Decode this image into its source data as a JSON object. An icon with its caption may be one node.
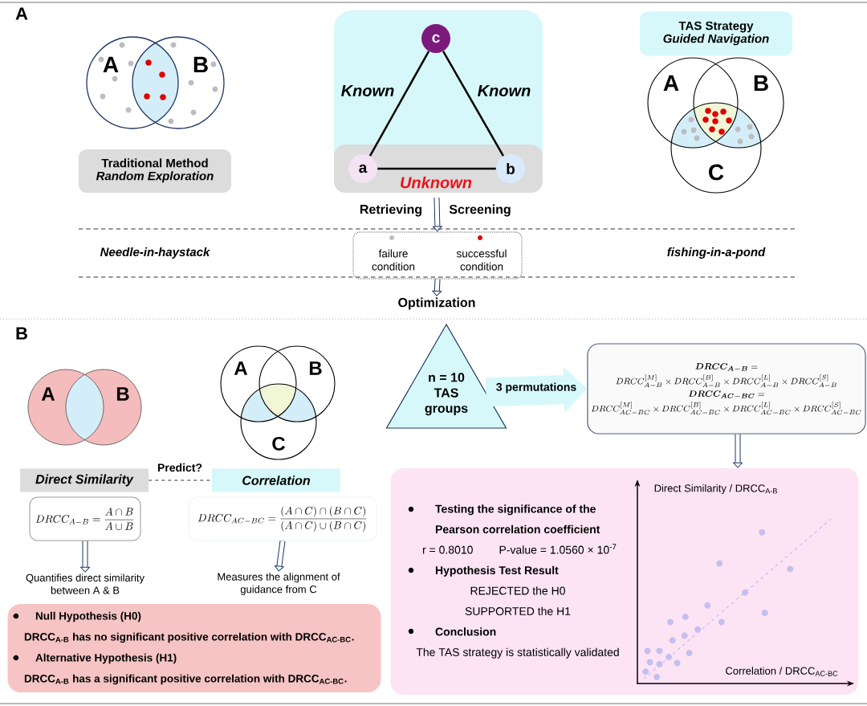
{
  "diagram": {
    "nodes": [
      {
        "text": [
          "A"
        ]
      },
      {
        "text": [
          "B"
        ]
      },
      {
        "text": [
          "c"
        ]
      },
      {
        "text": [
          "a"
        ]
      },
      {
        "text": [
          "b"
        ]
      },
      {
        "text": [
          "TAS Strategy",
          "Guided Navigation"
        ]
      },
      {
        "text": [
          "A"
        ]
      },
      {
        "text": [
          "B"
        ]
      },
      {
        "text": [
          "C"
        ]
      },
      {
        "text": [
          "Traditional Method",
          "Random Exploration"
        ]
      },
      {
        "text": [
          "failure condition",
          "successful condition"
        ]
      },
      {
        "text": [
          "Optimization"
        ]
      },
      {
        "text": [
          "A"
        ]
      },
      {
        "text": [
          "B"
        ]
      },
      {
        "text": [
          "A"
        ]
      },
      {
        "text": [
          "B"
        ]
      },
      {
        "text": [
          "C"
        ]
      },
      {
        "text": [
          "n = 10 TAS groups"
        ]
      },
      {
        "text": [
          "\\boldsymbol{DRCC_{A-B}} =",
          "DRCC_{A-B}^{[M]} \\times DRCC_{A-B}^{[B]} \\times DRCC_{A-B}^{[L]} \\times DRCC_{A-B}^{[S]}",
          "\\boldsymbol{DRCC_{AC-BC}} =",
          "DRCC_{AC-BC}^{[M]} \\times DRCC_{AC-BC}^{[B]} \\times DRCC_{AC-BC}^{[L]} \\times DRCC_{AC-BC}^{[S]}"
        ]
      },
      {
        "text": [
          "Direct Similarity"
        ]
      },
      {
        "text": [
          "Correlation"
        ]
      },
      {
        "text": [
          "DRCC_{A-B} = \\frac{A \\cap B}{A \\cup B}"
        ]
      },
      {
        "text": [
          "DRCC_{AC-BC} = \\frac{(A \\cap C) \\cap (B \\cap C)}{(A \\cap C) \\cup (B \\cap C)}"
        ]
      },
      {
        "text": [
          "Quantifies direct similarity between A & B"
        ]
      },
      {
        "text": [
          "Measures the alignment of guidance from C"
        ]
      },
      {
        "text": [
          "Null Hypothesis (H0)",
          "DRCC$_{A-B}$ has no significant positive correlation with DRCC$_{AC-BC}$.",
          "Alternative Hypothesis (H1)",
          "DRCC$_{A-B}$ has a significant positive correlation with DRCC$_{AC-BC}$."
        ]
      },
      {
        "text": [
          "Testing the significance of the Pearson correlation coefficient",
          "r = 0.8010",
          "P-value = 1.0560 × 10$^{-7}$",
          "Hypothesis Test Result",
          "REJECTED the H0",
          "SUPPORTED the H1",
          "Conclusion",
          "The TAS strategy is statistically validated"
        ]
      }
    ],
    "edges": [
      {
        "from": 2,
        "to": 3,
        "arrow": "none",
        "label": "Known",
        "color": "#000000"
      },
      {
        "from": 2,
        "to": 4,
        "arrow": "none",
        "label": "Known",
        "color": "#000000"
      },
      {
        "from": 3,
        "to": 4,
        "arrow": "none",
        "label": "Unknown",
        "color": "#000000"
      },
      {
        "from": null,
        "to": 10,
        "arrow": "to"
      },
      {
        "from": 10,
        "to": 11,
        "arrow": "to"
      },
      {
        "from": 17,
        "to": 18,
        "arrow": "to",
        "style": "thick",
        "label": "3 permutations",
        "color": "#d6f8fa"
      },
      {
        "from": 18,
        "to": 26,
        "arrow": "to"
      },
      {
        "from": 19,
        "to": 20,
        "arrow": "none",
        "style": "dashed",
        "label": "Predict?"
      },
      {
        "from": 21,
        "to": 23,
        "arrow": "to"
      },
      {
        "from": 22,
        "to": 24,
        "arrow": "to"
      }
    ],
    "labels": [
      "A",
      "Retrieving",
      "Screening",
      "Needle-in-haystack",
      "fishing-in-a-pond",
      "B",
      "Direct Similarity / DRCC$_{A-B}$",
      "Correlation / DRCC$_{AC-BC}$"
    ]
  }
}
